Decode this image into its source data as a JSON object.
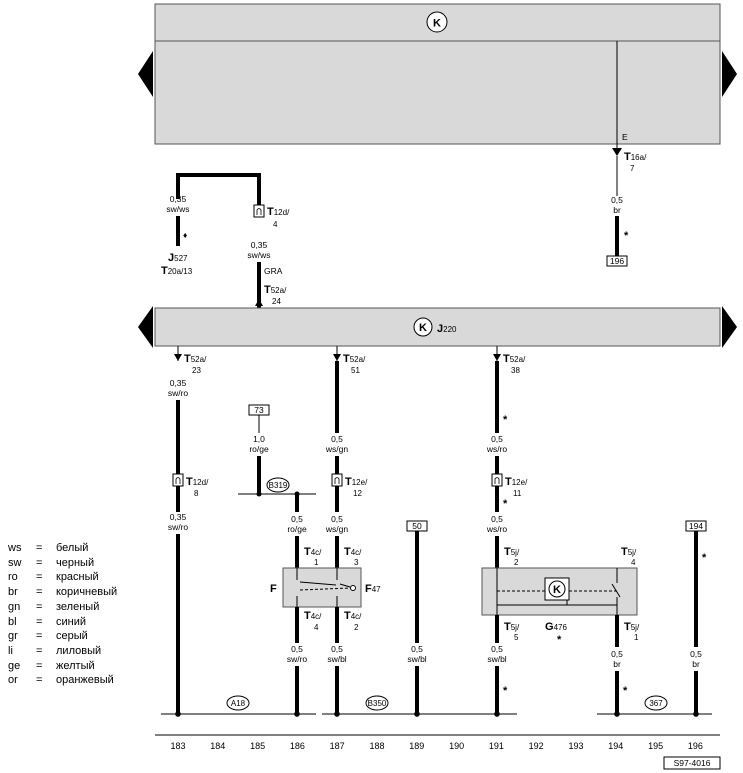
{
  "header_box": {
    "symbol": "K"
  },
  "j220_box": {
    "symbol": "K",
    "name": "J",
    "sub": "220"
  },
  "legend": [
    {
      "code": "ws",
      "text": "белый"
    },
    {
      "code": "sw",
      "text": "черный"
    },
    {
      "code": "ro",
      "text": "красный"
    },
    {
      "code": "br",
      "text": "коричневый"
    },
    {
      "code": "gn",
      "text": "зеленый"
    },
    {
      "code": "bl",
      "text": "синий"
    },
    {
      "code": "gr",
      "text": "серый"
    },
    {
      "code": "li",
      "text": "лиловый"
    },
    {
      "code": "ge",
      "text": "желтый"
    },
    {
      "code": "or",
      "text": "оранжевый"
    }
  ],
  "legend_eq": "=",
  "E_label": "E",
  "T16a": {
    "name": "T",
    "sub": "16a/",
    "pin": "7"
  },
  "w_br196": {
    "size": "0,5",
    "color": "br"
  },
  "ref196": "196",
  "w_swws_a": {
    "size": "0,35",
    "color": "sw/ws"
  },
  "w_swws_b": {
    "size": "0,35",
    "color": "sw/ws"
  },
  "J527": {
    "name": "J",
    "sub": "527"
  },
  "T20a": {
    "name": "T",
    "sub": "20a/13"
  },
  "T12d_4": {
    "name": "T",
    "sub": "12d/",
    "pin": "4"
  },
  "GRA": "GRA",
  "T52a_24": {
    "name": "T",
    "sub": "52a/",
    "pin": "24"
  },
  "T52a_23": {
    "name": "T",
    "sub": "52a/",
    "pin": "23"
  },
  "T52a_51": {
    "name": "T",
    "sub": "52a/",
    "pin": "51"
  },
  "T52a_38": {
    "name": "T",
    "sub": "52a/",
    "pin": "38"
  },
  "w_swro_a": {
    "size": "0,35",
    "color": "sw/ro"
  },
  "w_swro_b": {
    "size": "0,35",
    "color": "sw/ro"
  },
  "T12d_8": {
    "name": "T",
    "sub": "12d/",
    "pin": "8"
  },
  "ref73": "73",
  "w_roge_a": {
    "size": "1,0",
    "color": "ro/ge"
  },
  "B319": "B319",
  "w_roge_b": {
    "size": "0,5",
    "color": "ro/ge"
  },
  "w_wsgn_a": {
    "size": "0,5",
    "color": "ws/gn"
  },
  "w_wsgn_b": {
    "size": "0,5",
    "color": "ws/gn"
  },
  "T12e_12": {
    "name": "T",
    "sub": "12e/",
    "pin": "12"
  },
  "w_wsro_a": {
    "size": "0,5",
    "color": "ws/ro"
  },
  "w_wsro_b": {
    "size": "0,5",
    "color": "ws/ro"
  },
  "T12e_11": {
    "name": "T",
    "sub": "12e/",
    "pin": "11"
  },
  "ref50": "50",
  "ref194": "194",
  "T4c_1": {
    "name": "T",
    "sub": "4c/",
    "pin": "1"
  },
  "T4c_3": {
    "name": "T",
    "sub": "4c/",
    "pin": "3"
  },
  "T4c_4": {
    "name": "T",
    "sub": "4c/",
    "pin": "4"
  },
  "T4c_2": {
    "name": "T",
    "sub": "4c/",
    "pin": "2"
  },
  "F": "F",
  "F47": {
    "name": "F",
    "sub": "47"
  },
  "T5j_2": {
    "name": "T",
    "sub": "5j/",
    "pin": "2"
  },
  "T5j_4": {
    "name": "T",
    "sub": "5j/",
    "pin": "4"
  },
  "T5j_5": {
    "name": "T",
    "sub": "5j/",
    "pin": "5"
  },
  "T5j_1": {
    "name": "T",
    "sub": "5j/",
    "pin": "1"
  },
  "G476": {
    "name": "G",
    "sub": "476",
    "mark": "*"
  },
  "G476_symbol": "K",
  "w_swro_186": {
    "size": "0,5",
    "color": "sw/ro"
  },
  "w_swbl_187": {
    "size": "0,5",
    "color": "sw/bl"
  },
  "w_swbl_189": {
    "size": "0,5",
    "color": "sw/bl"
  },
  "w_swbl_191": {
    "size": "0,5",
    "color": "sw/bl"
  },
  "w_br_194": {
    "size": "0,5",
    "color": "br"
  },
  "w_br_196": {
    "size": "0,5",
    "color": "br"
  },
  "A18": "A18",
  "B350": "B350",
  "c367": "367",
  "star": "*",
  "diamond": "♦",
  "columns": [
    "183",
    "184",
    "185",
    "186",
    "187",
    "188",
    "189",
    "190",
    "191",
    "192",
    "193",
    "194",
    "195",
    "196"
  ],
  "code": "S97-4016"
}
